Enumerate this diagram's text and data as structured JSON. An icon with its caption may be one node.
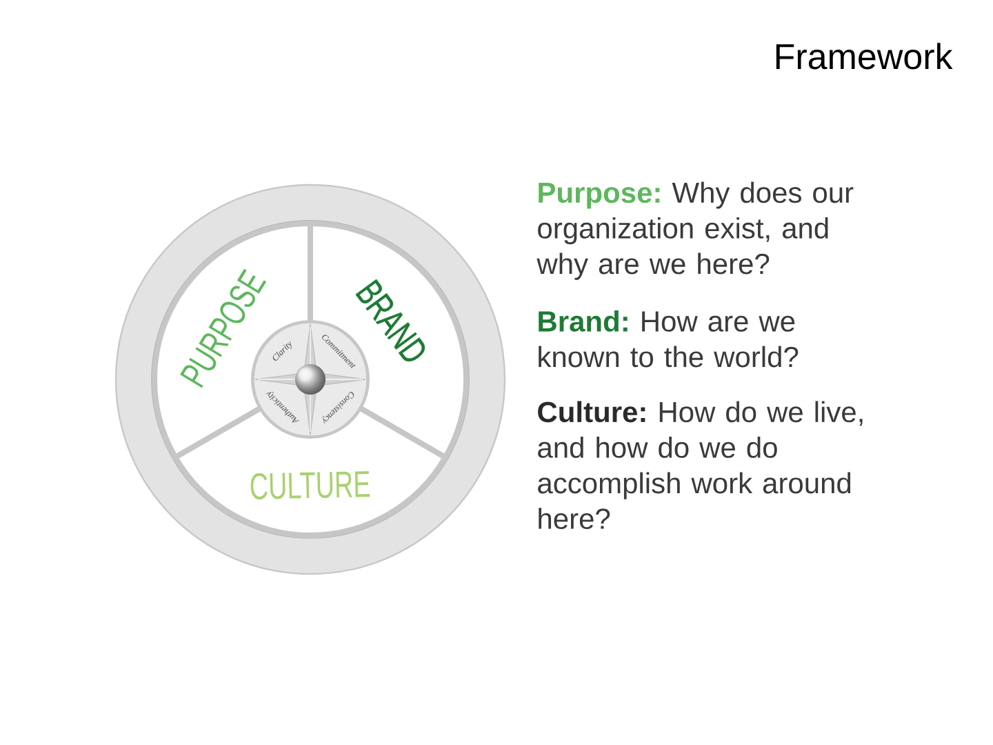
{
  "diagram": {
    "title": "Framework",
    "nodes": [
      {
        "text": [],
        "shape": "circle"
      },
      {
        "text": [
          "PURPOSE"
        ],
        "in": 0
      },
      {
        "text": [
          "BRAND"
        ],
        "in": 0
      },
      {
        "text": [
          "CULTURE"
        ],
        "in": 0
      },
      {
        "text": [
          "Clarity",
          "Commitment",
          "Consistency",
          "Authenticity"
        ],
        "in": 0
      }
    ],
    "labels": [
      "**Purpose:** Why does our organization exist, and why are we here?",
      "**Brand:** How are we known to the world?",
      "**Culture:** How do we live, and how do we do accomplish work around here?"
    ]
  }
}
